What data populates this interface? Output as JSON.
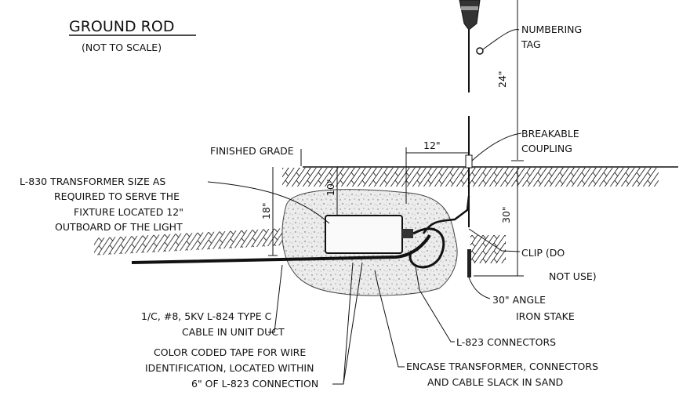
{
  "title": "GROUND ROD",
  "subtitle": "(NOT TO SCALE)",
  "labels": {
    "numbering_tag": [
      "NUMBERING",
      "TAG"
    ],
    "breakable_coupling": [
      "BREAKABLE",
      "COUPLING"
    ],
    "finished_grade": "FINISHED GRADE",
    "transformer": [
      "L-830 TRANSFORMER SIZE AS",
      "REQUIRED TO SERVE THE",
      "FIXTURE LOCATED 12\"",
      "OUTBOARD OF THE LIGHT"
    ],
    "clip": [
      "CLIP (DO",
      "NOT USE)"
    ],
    "angle_iron": [
      "30\" ANGLE",
      "IRON STAKE"
    ],
    "cable": [
      "1/C, #8, 5KV L-824 TYPE C",
      "CABLE IN UNIT DUCT"
    ],
    "connectors": "L-823 CONNECTORS",
    "color_tape": [
      "COLOR CODED TAPE FOR WIRE",
      "IDENTIFICATION, LOCATED WITHIN",
      "6\" OF L-823 CONNECTION"
    ],
    "encase": [
      "ENCASE TRANSFORMER, CONNECTORS",
      "AND CABLE SLACK IN SAND"
    ]
  },
  "dimensions": {
    "d24": "24\"",
    "d12": "12\"",
    "d10": "10\"",
    "d18": "18\"",
    "d30": "30\""
  }
}
